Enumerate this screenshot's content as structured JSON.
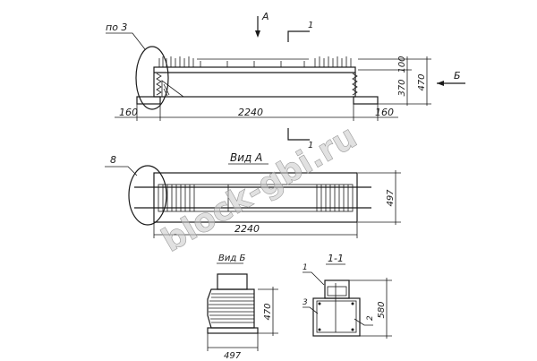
{
  "elevation": {
    "pos_callout": "по 3",
    "view_arrow_a": "А",
    "section_mark_top": "1",
    "section_mark_bottom": "1",
    "dim_100": "100",
    "dim_370": "370",
    "dim_470": "470",
    "view_arrow_b": "Б",
    "dim_left": "160",
    "dim_length": "2240",
    "dim_right": "160"
  },
  "plan": {
    "callout": "8",
    "title": "Вид А",
    "dim_width": "497",
    "dim_length": "2240"
  },
  "view_b": {
    "title": "Вид Б",
    "dim_height": "470",
    "dim_width": "497"
  },
  "section": {
    "title": "1-1",
    "callout_1": "1",
    "callout_2": "2",
    "callout_3": "3",
    "dim_height": "580"
  },
  "watermark": "block-gbi.ru"
}
